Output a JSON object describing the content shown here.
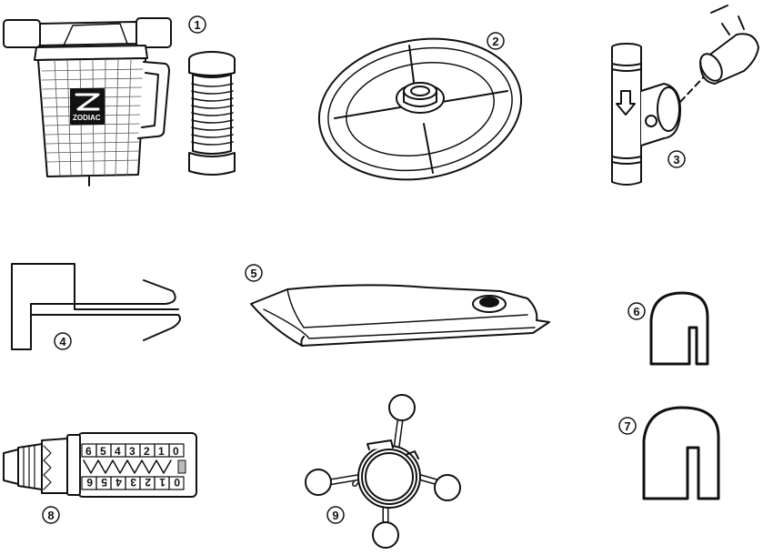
{
  "parts": [
    {
      "number": "1",
      "icon": "skimmer-basket-and-hose-icon"
    },
    {
      "number": "2",
      "icon": "disc-skirt-icon"
    },
    {
      "number": "3",
      "icon": "flow-regulator-valve-icon"
    },
    {
      "number": "4",
      "icon": "hose-weight-hook-icon"
    },
    {
      "number": "5",
      "icon": "foot-pad-icon"
    },
    {
      "number": "6",
      "icon": "small-clip-icon"
    },
    {
      "number": "7",
      "icon": "large-clip-icon"
    },
    {
      "number": "8",
      "icon": "flow-gauge-icon"
    },
    {
      "number": "9",
      "icon": "hose-float-icon"
    }
  ],
  "logo_text": "ZODIAC",
  "gauge": {
    "top_scale": [
      "6",
      "5",
      "4",
      "3",
      "2",
      "1",
      "0"
    ],
    "bottom_scale": [
      "6",
      "5",
      "4",
      "3",
      "2",
      "1",
      "0"
    ]
  },
  "colors": {
    "line": "#111111",
    "background": "#ffffff"
  }
}
